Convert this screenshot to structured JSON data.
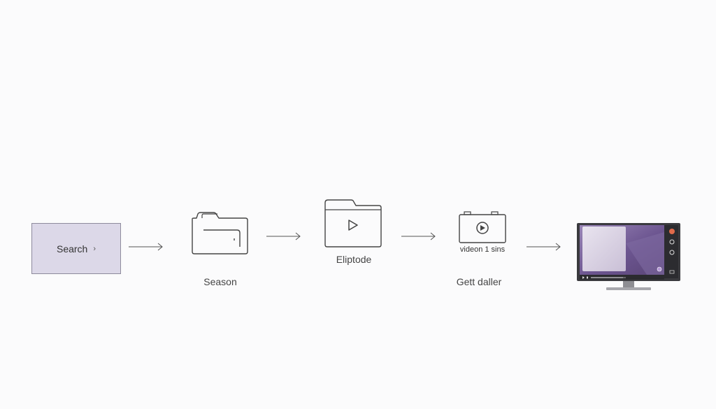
{
  "steps": [
    {
      "label": "Search",
      "icon": "search-box"
    },
    {
      "label": "Season",
      "icon": "folder-icon"
    },
    {
      "label": "Eliptode",
      "icon": "video-folder-icon"
    },
    {
      "label": "Gett daller",
      "caption": "videon 1 sins",
      "icon": "camera-play-icon"
    },
    {
      "label": "",
      "icon": "monitor-video-player-icon"
    }
  ],
  "search_chevron": "›",
  "colors": {
    "search_fill": "#dcd8e8",
    "line": "#555555",
    "screen_purple": "#6b5591",
    "record_dot": "#e06a4a"
  }
}
